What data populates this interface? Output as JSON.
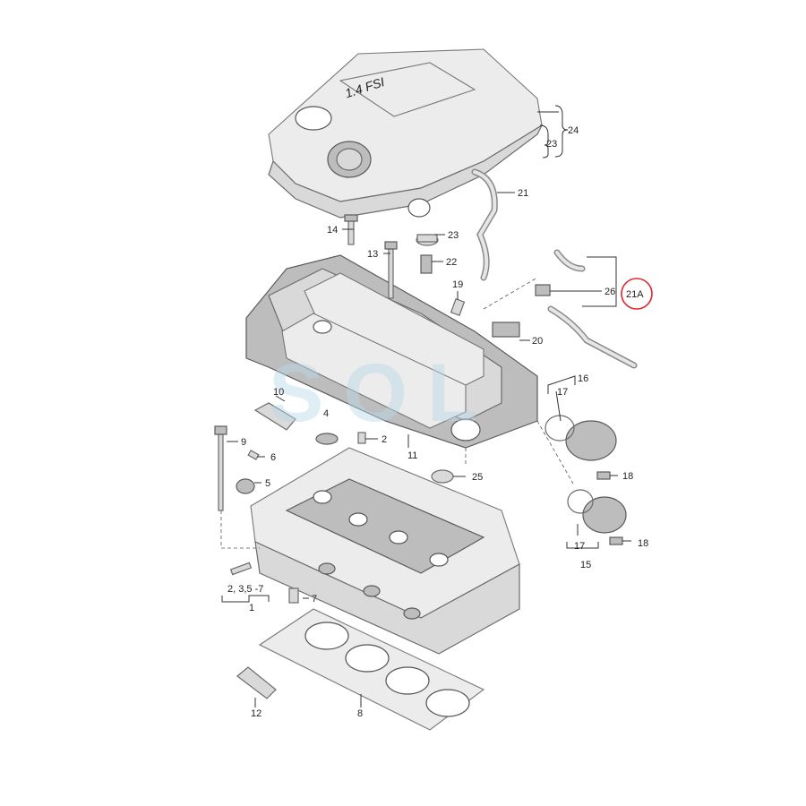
{
  "cover_text": "1.4 FSI",
  "callouts": [
    "24",
    "23",
    "21",
    "14",
    "23",
    "13",
    "22",
    "19",
    "26",
    "21A",
    "20",
    "16",
    "17",
    "10",
    "4",
    "2",
    "9",
    "6",
    "11",
    "18",
    "5",
    "25",
    "17",
    "15",
    "18",
    "2, 3,5 -7",
    "1",
    "7",
    "12",
    "8"
  ],
  "highlight": {
    "label": "21A",
    "color": "#e0262f"
  },
  "watermark": "SOL",
  "watermark_color": "#b9d6e6"
}
